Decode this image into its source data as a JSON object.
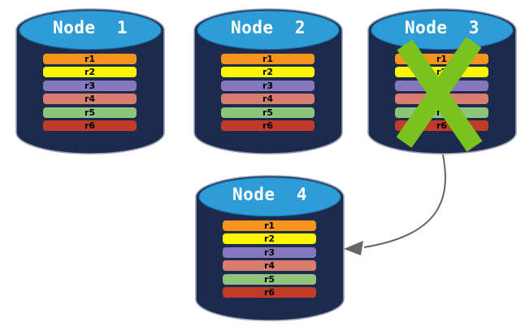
{
  "theme": {
    "background": "#ffffff",
    "cylinder_body": "#1C2A4E",
    "cylinder_outline": "#97A0B4",
    "cylinder_top": "#2E9CD6",
    "cylinder_top_outline": "#1E7DB5",
    "node_label_color": "#ffffff",
    "row_text_color": "#000000"
  },
  "nodes": [
    {
      "label": "Node  1",
      "rows": [
        {
          "label": "r1",
          "color": "#F7941D"
        },
        {
          "label": "r2",
          "color": "#FEF500"
        },
        {
          "label": "r3",
          "color": "#8477BD"
        },
        {
          "label": "r4",
          "color": "#D97D6E"
        },
        {
          "label": "r5",
          "color": "#8FC47D"
        },
        {
          "label": "r6",
          "color": "#C23A28"
        }
      ]
    },
    {
      "label": "Node  2",
      "rows": [
        {
          "label": "r1",
          "color": "#F7941D"
        },
        {
          "label": "r2",
          "color": "#FEF500"
        },
        {
          "label": "r3",
          "color": "#8477BD"
        },
        {
          "label": "r4",
          "color": "#D97D6E"
        },
        {
          "label": "r5",
          "color": "#8FC47D"
        },
        {
          "label": "r6",
          "color": "#C23A28"
        }
      ]
    },
    {
      "label": "Node  3",
      "rows": [
        {
          "label": "r1",
          "color": "#F7941D"
        },
        {
          "label": "r2",
          "color": "#FEF500"
        },
        {
          "label": "r3",
          "color": "#8477BD"
        },
        {
          "label": "r4",
          "color": "#D97D6E"
        },
        {
          "label": "r5",
          "color": "#8FC47D"
        },
        {
          "label": "r6",
          "color": "#C23A28"
        }
      ]
    },
    {
      "label": "Node  4",
      "rows": [
        {
          "label": "r1",
          "color": "#F7941D"
        },
        {
          "label": "r2",
          "color": "#FEF500"
        },
        {
          "label": "r3",
          "color": "#8477BD"
        },
        {
          "label": "r4",
          "color": "#D97D6E"
        },
        {
          "label": "r5",
          "color": "#8FC47D"
        },
        {
          "label": "r6",
          "color": "#C23A28"
        }
      ]
    }
  ],
  "failure_marker": {
    "icon": "x-cross-icon",
    "color": "#7CC21F",
    "on_node": "Node  3"
  },
  "arrow": {
    "color": "#666666",
    "from_node": "Node  3",
    "to_node": "Node  4"
  }
}
